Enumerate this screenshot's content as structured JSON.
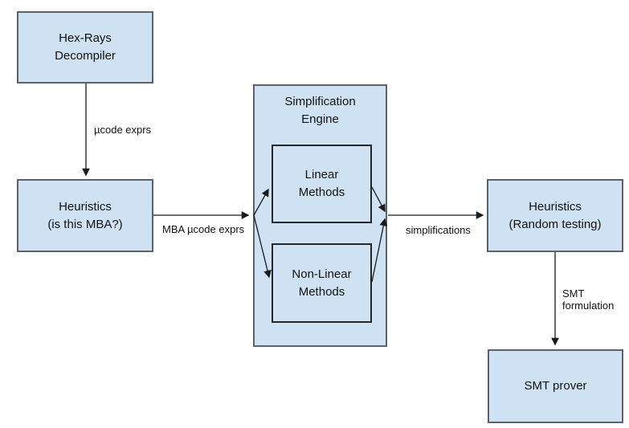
{
  "diagram": {
    "type": "flowchart",
    "colors": {
      "node_fill": "#cfe2f3",
      "node_border": "#5b626c",
      "inner_node_border": "#23272c",
      "arrow": "#1a1a1a",
      "background": "#ffffff",
      "text": "#111111"
    },
    "nodes": {
      "hex_rays": {
        "line1": "Hex-Rays",
        "line2": "Decompiler"
      },
      "heuristics_mba": {
        "line1": "Heuristics",
        "line2": "(is this MBA?)"
      },
      "engine": {
        "line1": "Simplification",
        "line2": "Engine"
      },
      "linear": {
        "line1": "Linear",
        "line2": "Methods"
      },
      "non_linear": {
        "line1": "Non-Linear",
        "line2": "Methods"
      },
      "heuristics_random": {
        "line1": "Heuristics",
        "line2": "(Random testing)"
      },
      "smt_prover": {
        "line1": "SMT prover"
      }
    },
    "edge_labels": {
      "ucode_exprs": "µcode exprs",
      "mba_ucode_exprs": "MBA µcode exprs",
      "simplifications": "simplifications",
      "smt_formulation_line1": "SMT",
      "smt_formulation_line2": "formulation"
    }
  }
}
